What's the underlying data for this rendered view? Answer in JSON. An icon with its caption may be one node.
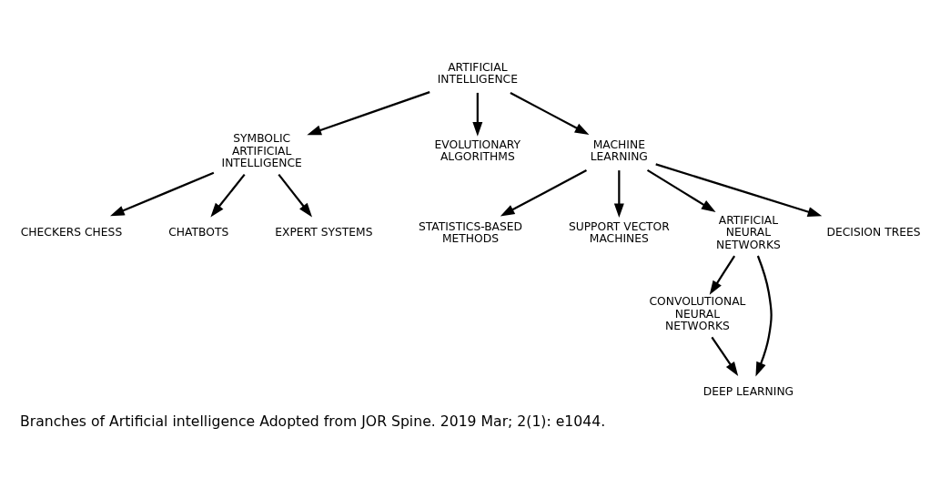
{
  "diagram": {
    "caption": "Branches of Artificial intelligence Adopted from JOR Spine. 2019 Mar; 2(1): e1044.",
    "nodes": [
      {
        "text": [
          "ARTIFICIAL INTELLIGENCE"
        ]
      },
      {
        "text": [
          "SYMBOLIC ARTIFICIAL INTELLIGENCE"
        ]
      },
      {
        "text": [
          "EVOLUTIONARY ALGORITHMS"
        ]
      },
      {
        "text": [
          "MACHINE LEARNING"
        ]
      },
      {
        "text": [
          "CHECKERS CHESS"
        ]
      },
      {
        "text": [
          "CHATBOTS"
        ]
      },
      {
        "text": [
          "EXPERT SYSTEMS"
        ]
      },
      {
        "text": [
          "STATISTICS-BASED METHODS"
        ]
      },
      {
        "text": [
          "SUPPORT VECTOR MACHINES"
        ]
      },
      {
        "text": [
          "ARTIFICIAL NEURAL NETWORKS"
        ]
      },
      {
        "text": [
          "DECISION TREES"
        ]
      },
      {
        "text": [
          "CONVOLUTIONAL NEURAL NETWORKS"
        ]
      },
      {
        "text": [
          "DEEP LEARNING"
        ]
      }
    ],
    "edges": [
      {
        "from": 0,
        "to": 1,
        "arrow": "to"
      },
      {
        "from": 0,
        "to": 2,
        "arrow": "to"
      },
      {
        "from": 0,
        "to": 3,
        "arrow": "to"
      },
      {
        "from": 1,
        "to": 4,
        "arrow": "to"
      },
      {
        "from": 1,
        "to": 5,
        "arrow": "to"
      },
      {
        "from": 1,
        "to": 6,
        "arrow": "to"
      },
      {
        "from": 3,
        "to": 7,
        "arrow": "to"
      },
      {
        "from": 3,
        "to": 8,
        "arrow": "to"
      },
      {
        "from": 3,
        "to": 9,
        "arrow": "to"
      },
      {
        "from": 3,
        "to": 10,
        "arrow": "to"
      },
      {
        "from": 9,
        "to": 11,
        "arrow": "to"
      },
      {
        "from": 9,
        "to": 12,
        "arrow": "to"
      },
      {
        "from": 11,
        "to": 12,
        "arrow": "to"
      }
    ]
  }
}
